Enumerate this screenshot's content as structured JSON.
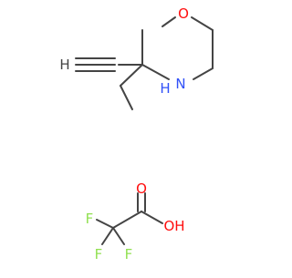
{
  "molecule_1": {
    "atoms": {
      "oxygen": "O",
      "nitrogen_hydrogen": "N\nH",
      "terminal_hydrogen": "H"
    }
  },
  "molecule_2": {
    "atoms": {
      "carbonyl_oxygen": "O",
      "hydroxyl": "OH",
      "fluorine_1": "F",
      "fluorine_2": "F",
      "fluorine_3": "F"
    }
  },
  "colors": {
    "oxygen": "#ff0d0d",
    "nitrogen": "#3050f8",
    "fluorine": "#90e050",
    "bond": "#444444",
    "hydrogen": "#444444"
  }
}
